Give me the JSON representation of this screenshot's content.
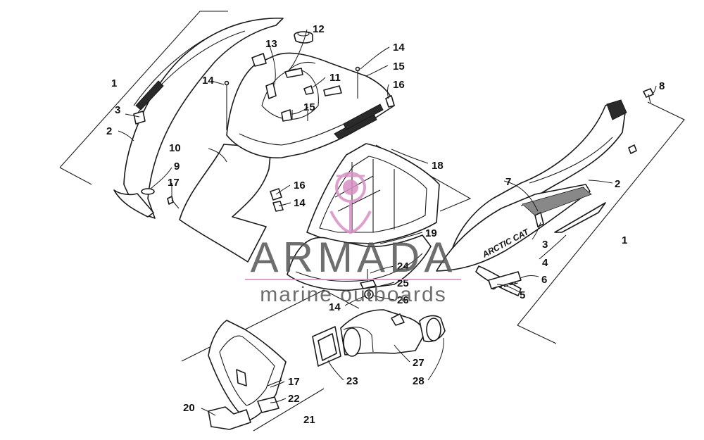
{
  "colors": {
    "line": "#1a1a1a",
    "watermark_text": "#555555",
    "watermark_accent": "#d890c4",
    "background": "#ffffff"
  },
  "part_numbers": [
    "1",
    "3",
    "2",
    "9",
    "17",
    "10",
    "14",
    "13",
    "12",
    "11",
    "15",
    "14",
    "15",
    "16",
    "18",
    "16",
    "14",
    "8",
    "7",
    "2",
    "19",
    "3",
    "4",
    "1",
    "24",
    "25",
    "6",
    "5",
    "14",
    "26",
    "27",
    "23",
    "28",
    "17",
    "22",
    "20",
    "21"
  ],
  "decal_text": {
    "brand": "ARCTIC CAT",
    "model": "C-TEC2"
  },
  "watermark": {
    "title": "ARMADA",
    "subtitle": "marine outboards"
  }
}
